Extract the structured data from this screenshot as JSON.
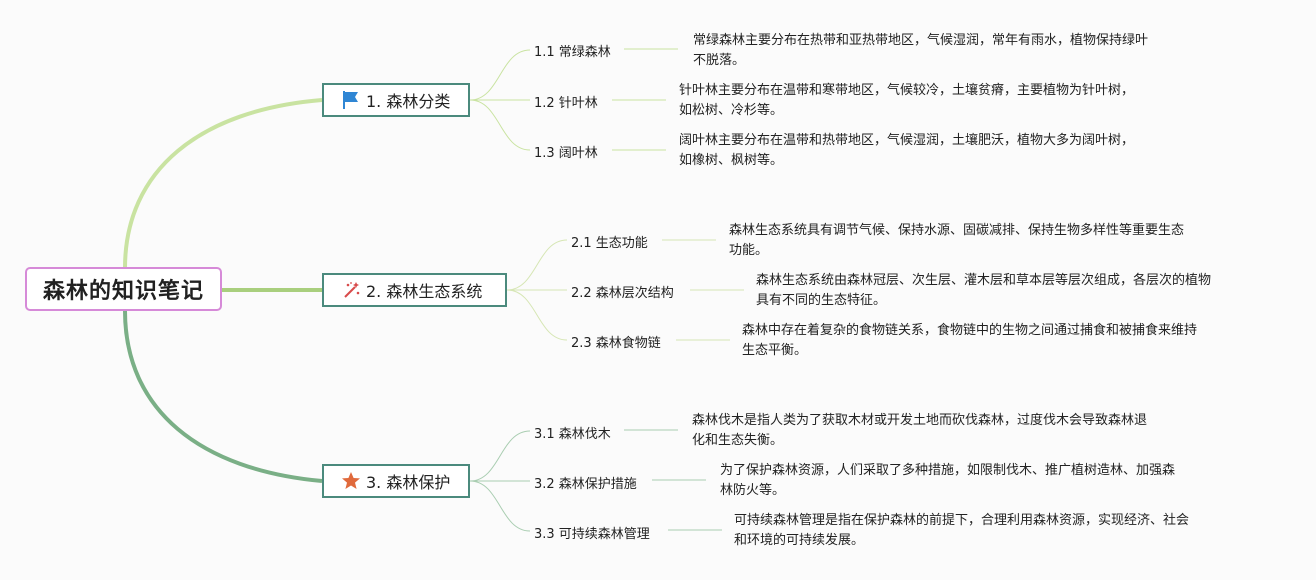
{
  "root": {
    "title": "森林的知识笔记"
  },
  "topics": [
    {
      "label": "1. 森林分类",
      "icon": "blue-flag-icon",
      "subtopics": [
        {
          "label": "1.1 常绿森林",
          "desc_lines": [
            "常绿森林主要分布在热带和亚热带地区，气候湿润，常年有雨水，植物保持绿叶",
            "不脱落。"
          ]
        },
        {
          "label": "1.2 针叶林",
          "desc_lines": [
            "针叶林主要分布在温带和寒带地区，气候较冷，土壤贫瘠，主要植物为针叶树，",
            "如松树、冷杉等。"
          ]
        },
        {
          "label": "1.3 阔叶林",
          "desc_lines": [
            "阔叶林主要分布在温带和热带地区，气候湿润，土壤肥沃，植物大多为阔叶树，",
            "如橡树、枫树等。"
          ]
        }
      ]
    },
    {
      "label": "2. 森林生态系统",
      "icon": "sparkle-wand-icon",
      "subtopics": [
        {
          "label": "2.1 生态功能",
          "desc_lines": [
            "森林生态系统具有调节气候、保持水源、固碳减排、保持生物多样性等重要生态",
            "功能。"
          ]
        },
        {
          "label": "2.2 森林层次结构",
          "desc_lines": [
            "森林生态系统由森林冠层、次生层、灌木层和草本层等层次组成，各层次的植物",
            "具有不同的生态特征。"
          ]
        },
        {
          "label": "2.3 森林食物链",
          "desc_lines": [
            "森林中存在着复杂的食物链关系，食物链中的生物之间通过捕食和被捕食来维持",
            "生态平衡。"
          ]
        }
      ]
    },
    {
      "label": "3. 森林保护",
      "icon": "orange-star-icon",
      "subtopics": [
        {
          "label": "3.1 森林伐木",
          "desc_lines": [
            "森林伐木是指人类为了获取木材或开发土地而砍伐森林，过度伐木会导致森林退",
            "化和生态失衡。"
          ]
        },
        {
          "label": "3.2 森林保护措施",
          "desc_lines": [
            "为了保护森林资源，人们采取了多种措施，如限制伐木、推广植树造林、加强森",
            "林防火等。"
          ]
        },
        {
          "label": "3.3 可持续森林管理",
          "desc_lines": [
            "可持续森林管理是指在保护森林的前提下，合理利用森林资源，实现经济、社会",
            "和环境的可持续发展。"
          ]
        }
      ]
    }
  ],
  "colors": {
    "branch1": "#c9e3a1",
    "branch2": "#a9cf7e",
    "branch3": "#7aaf86",
    "topic_border": "#4b8a7d",
    "root_border": "#d68ad8",
    "flag": "#2f86d4",
    "star": "#e06a3c",
    "wand": "#d84b4b"
  }
}
